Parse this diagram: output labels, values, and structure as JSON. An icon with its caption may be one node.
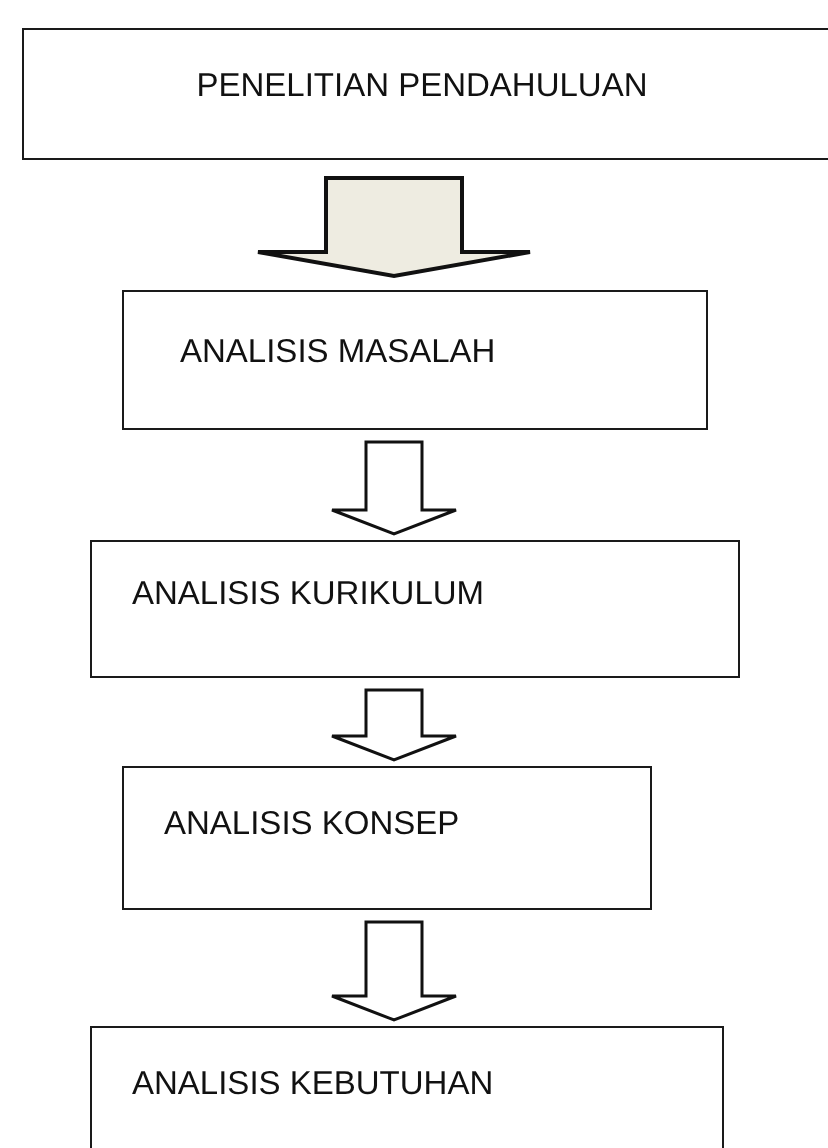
{
  "diagram": {
    "nodes": [
      {
        "text": [
          "PENELITIAN PENDAHULUAN"
        ]
      },
      {
        "text": [
          "ANALISIS MASALAH"
        ]
      },
      {
        "text": [
          "ANALISIS KURIKULUM"
        ]
      },
      {
        "text": [
          "ANALISIS KONSEP"
        ]
      },
      {
        "text": [
          "ANALISIS KEBUTUHAN"
        ]
      }
    ],
    "edges": [
      {
        "from": 0,
        "to": 1,
        "arrow": "to",
        "style": "thick",
        "color": "#eeece1"
      },
      {
        "from": 1,
        "to": 2,
        "arrow": "to"
      },
      {
        "from": 2,
        "to": 3,
        "arrow": "to"
      },
      {
        "from": 3,
        "to": 4,
        "arrow": "to"
      }
    ]
  }
}
